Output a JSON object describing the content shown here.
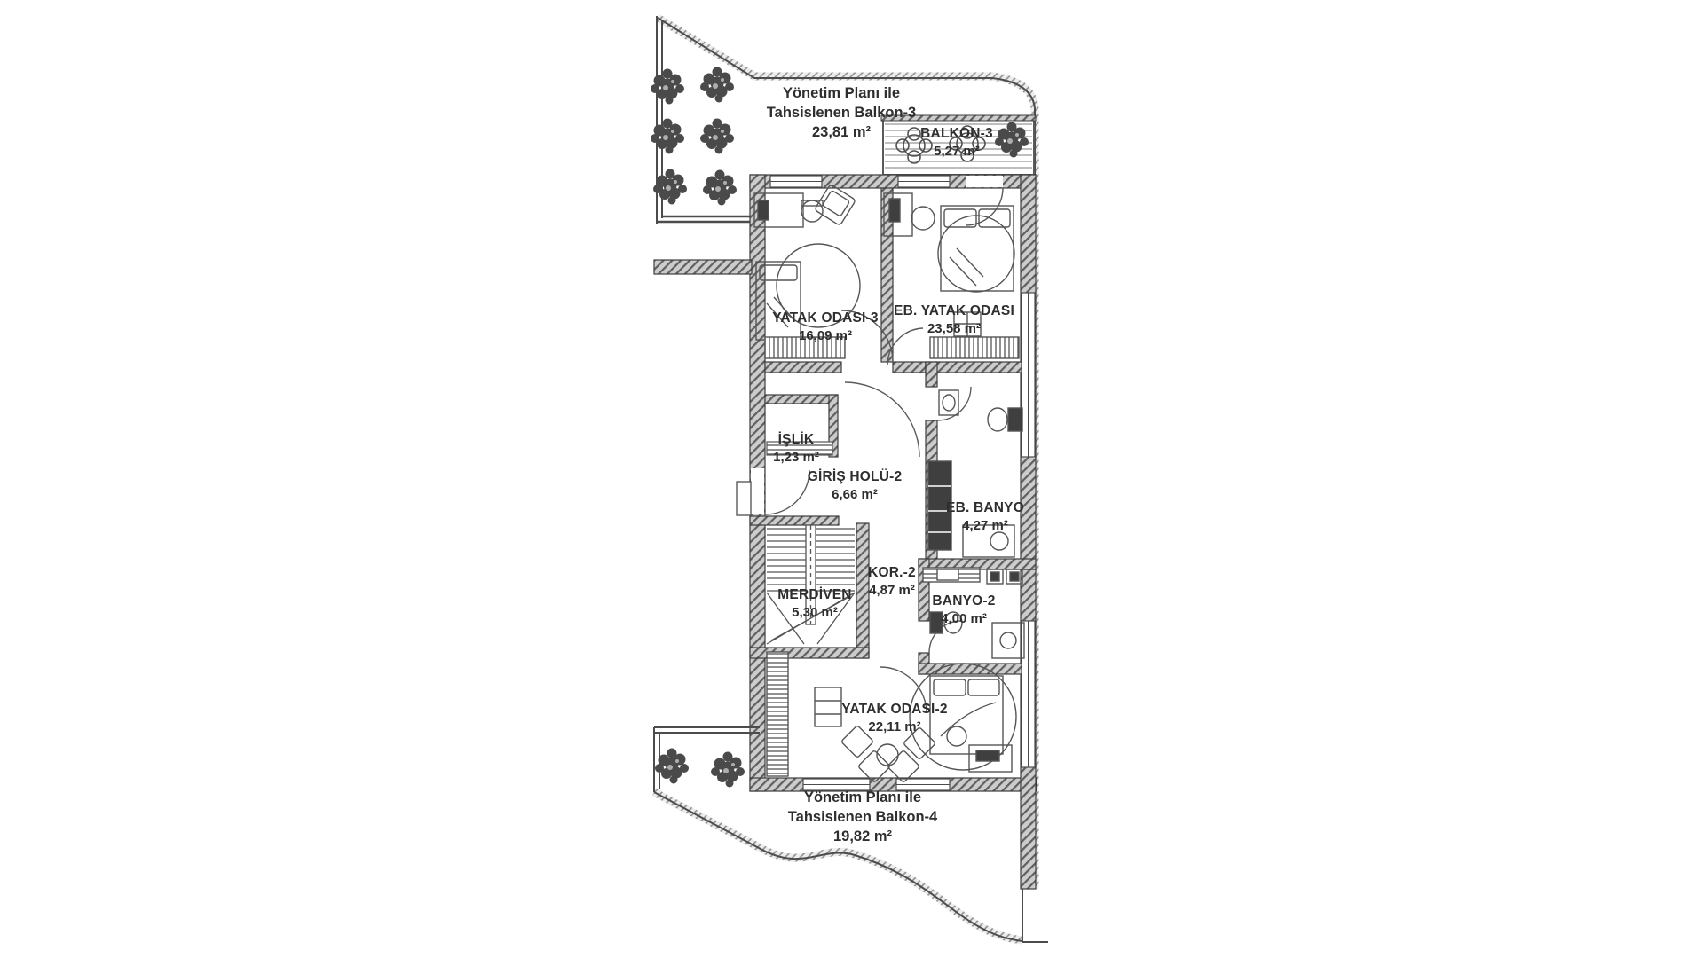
{
  "plan": {
    "allocated_balcony_top": {
      "line1": "Yönetim Planı ile",
      "line2": "Tahsislenen Balkon-3",
      "area": "23,81 m²"
    },
    "rooms": {
      "balkon3": {
        "name": "BALKON-3",
        "area": "5,27 m²"
      },
      "yatak_odasi_3": {
        "name": "YATAK ODASI-3",
        "area": "16,09 m²"
      },
      "eb_yatak_odasi": {
        "name": "EB. YATAK ODASI",
        "area": "23,58 m²"
      },
      "islik": {
        "name": "İŞLİK",
        "area": "1,23 m²"
      },
      "giris_holu_2": {
        "name": "GİRİŞ HOLÜ-2",
        "area": "6,66 m²"
      },
      "eb_banyo": {
        "name": "EB. BANYO",
        "area": "4,27 m²"
      },
      "merdiven": {
        "name": "MERDİVEN",
        "area": "5,30 m²"
      },
      "kor_2": {
        "name": "KOR.-2",
        "area": "4,87 m²"
      },
      "banyo_2": {
        "name": "BANYO-2",
        "area": "4,00 m²"
      },
      "yatak_odasi_2": {
        "name": "YATAK ODASI-2",
        "area": "22,11 m²"
      }
    },
    "allocated_balcony_bottom": {
      "line1": "Yönetim Planı ile",
      "line2": "Tahsislenen Balkon-4",
      "area": "19,82 m²"
    },
    "colors": {
      "ink": "#2e2e2e",
      "wall_edge": "#3d3d3d",
      "hatch": "#5f5f5f",
      "deck_line": "#979797",
      "tree": "#4a4a4a"
    }
  }
}
